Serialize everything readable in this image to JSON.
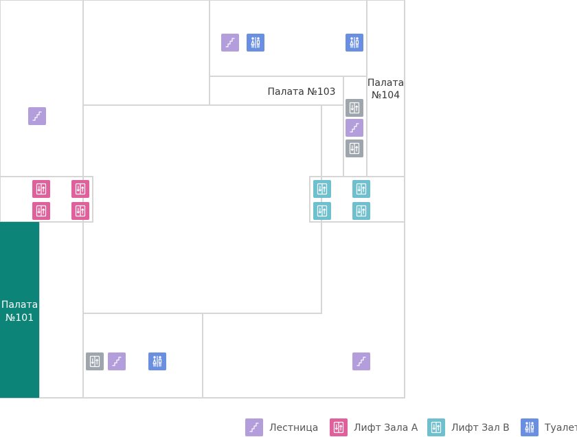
{
  "colors": {
    "stairs": "#b39ddb",
    "lift_hall_a": "#e0609b",
    "lift_hall_b": "#6fc0cf",
    "toilet": "#6b8fe0",
    "service_lift": "#9ea5ad",
    "active_ward": "#0d8478"
  },
  "wards": {
    "w101": {
      "line1": "Палата",
      "line2": "№101",
      "highlighted": true
    },
    "w103": {
      "label": "Палата №103"
    },
    "w104": {
      "line1": "Палата",
      "line2": "№104"
    }
  },
  "markers": [
    {
      "name": "stairs-marker",
      "kind": "stairs",
      "icon": "stairs-icon"
    },
    {
      "name": "toilet-marker",
      "kind": "toilet",
      "icon": "toilet-icon"
    },
    {
      "name": "toilet-marker",
      "kind": "toilet",
      "icon": "toilet-icon"
    },
    {
      "name": "service-lift-marker",
      "kind": "service_lift",
      "icon": "elevator-icon"
    },
    {
      "name": "stairs-marker",
      "kind": "stairs",
      "icon": "stairs-icon"
    },
    {
      "name": "service-lift-marker",
      "kind": "service_lift",
      "icon": "elevator-icon"
    },
    {
      "name": "stairs-marker",
      "kind": "stairs",
      "icon": "stairs-icon"
    },
    {
      "name": "lift-hall-a-marker",
      "kind": "lift_hall_a",
      "icon": "elevator-icon"
    },
    {
      "name": "lift-hall-a-marker",
      "kind": "lift_hall_a",
      "icon": "elevator-icon"
    },
    {
      "name": "lift-hall-a-marker",
      "kind": "lift_hall_a",
      "icon": "elevator-icon"
    },
    {
      "name": "lift-hall-a-marker",
      "kind": "lift_hall_a",
      "icon": "elevator-icon"
    },
    {
      "name": "lift-hall-b-marker",
      "kind": "lift_hall_b",
      "icon": "elevator-icon"
    },
    {
      "name": "lift-hall-b-marker",
      "kind": "lift_hall_b",
      "icon": "elevator-icon"
    },
    {
      "name": "lift-hall-b-marker",
      "kind": "lift_hall_b",
      "icon": "elevator-icon"
    },
    {
      "name": "lift-hall-b-marker",
      "kind": "lift_hall_b",
      "icon": "elevator-icon"
    },
    {
      "name": "service-lift-marker",
      "kind": "service_lift",
      "icon": "elevator-icon"
    },
    {
      "name": "stairs-marker",
      "kind": "stairs",
      "icon": "stairs-icon"
    },
    {
      "name": "toilet-marker",
      "kind": "toilet",
      "icon": "toilet-icon"
    },
    {
      "name": "stairs-marker",
      "kind": "stairs",
      "icon": "stairs-icon"
    }
  ],
  "legend": [
    {
      "kind": "stairs",
      "icon": "stairs-icon",
      "label": "Лестница"
    },
    {
      "kind": "lift_hall_a",
      "icon": "elevator-icon",
      "label": "Лифт Зала А"
    },
    {
      "kind": "lift_hall_b",
      "icon": "elevator-icon",
      "label": "Лифт Зал В"
    },
    {
      "kind": "toilet",
      "icon": "toilet-icon",
      "label": "Туалет"
    }
  ]
}
